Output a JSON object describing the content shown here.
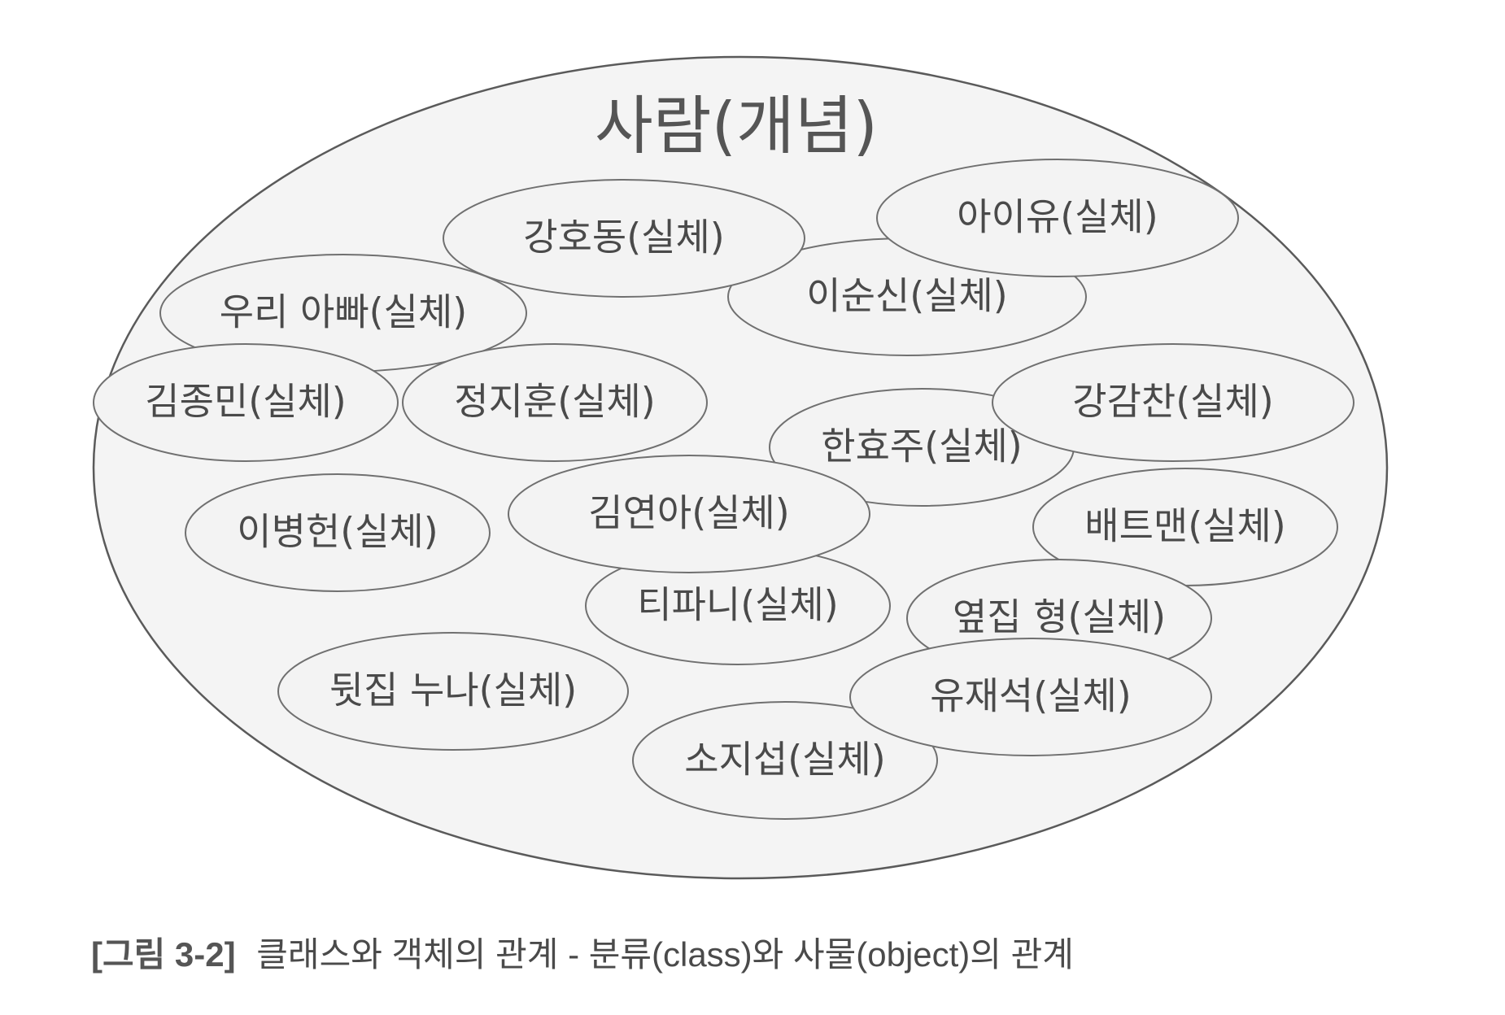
{
  "diagram": {
    "concept": "사람(개념)",
    "entities": [
      "강호동(실체)",
      "아이유(실체)",
      "이순신(실체)",
      "우리 아빠(실체)",
      "김종민(실체)",
      "정지훈(실체)",
      "한효주(실체)",
      "강감찬(실체)",
      "김연아(실체)",
      "이병헌(실체)",
      "배트맨(실체)",
      "티파니(실체)",
      "옆집 형(실체)",
      "뒷집 누나(실체)",
      "유재석(실체)",
      "소지섭(실체)"
    ]
  },
  "caption": {
    "label": "[그림 3-2]",
    "text": "클래스와 객체의 관계  -  분류(class)와 사물(object)의 관계"
  }
}
